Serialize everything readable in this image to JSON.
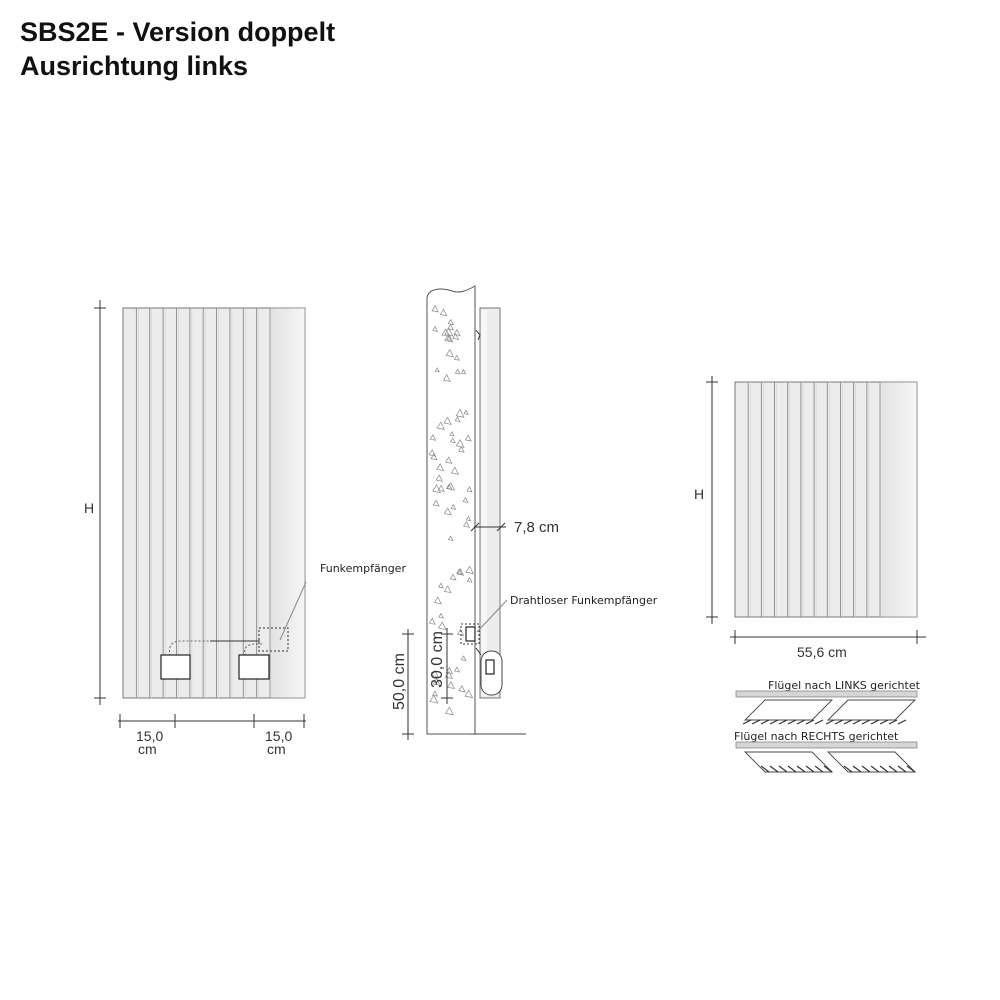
{
  "title": {
    "line1": "SBS2E - Version doppelt",
    "line2": "Ausrichtung links"
  },
  "front_view": {
    "height_label": "H",
    "receiver_label": "Funkempfänger",
    "dim_left_value": "15,0",
    "dim_left_unit": "cm",
    "dim_right_value": "15,0",
    "dim_right_unit": "cm"
  },
  "side_view": {
    "depth_label": "7,8 cm",
    "receiver_label": "Drahtloser Funkempfänger",
    "dim_30": "30,0 cm",
    "dim_50": "50,0 cm"
  },
  "small_view": {
    "height_label": "H",
    "width_label": "55,6 cm",
    "fins_left_label": "Flügel nach LINKS gerichtet",
    "fins_right_label": "Flügel nach RECHTS gerichtet"
  },
  "colors": {
    "panel_fill": "#e9e9e9",
    "panel_edge": "#f4f4f4",
    "line": "#555555",
    "wall": "#ffffff"
  }
}
